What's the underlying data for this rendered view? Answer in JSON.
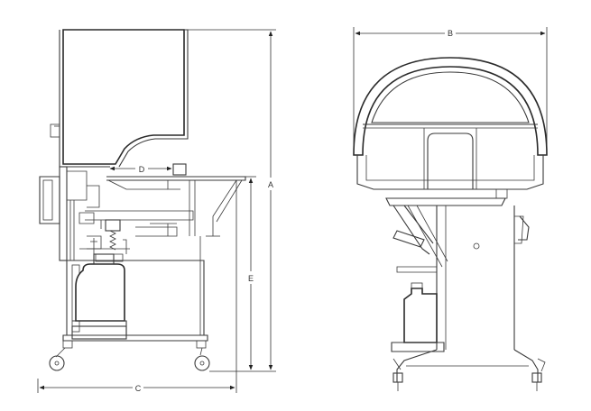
{
  "diagram": {
    "side_view": {
      "dimensions": {
        "A": "A",
        "C": "C",
        "D": "D",
        "E": "E"
      }
    },
    "front_view": {
      "dimensions": {
        "B": "B"
      }
    }
  }
}
